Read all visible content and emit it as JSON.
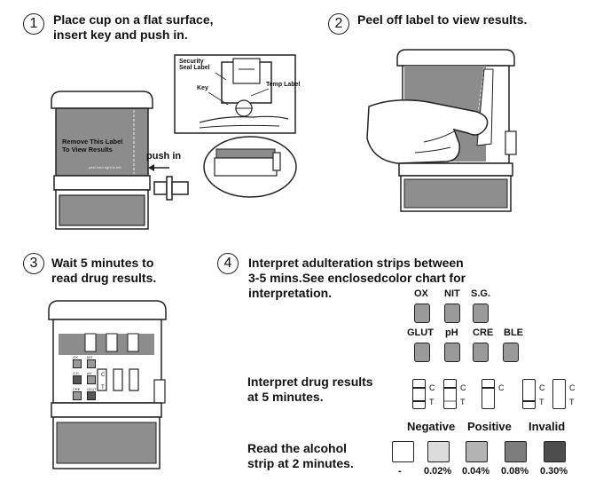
{
  "steps": [
    {
      "num": "1",
      "text_l1": "Place cup on a flat surface,",
      "text_l2": "insert key and push in."
    },
    {
      "num": "2",
      "text": "Peel off label to view results."
    },
    {
      "num": "3",
      "text_l1": "Wait 5 minutes to",
      "text_l2": "read drug results."
    },
    {
      "num": "4",
      "text_l1": "Interpret adulteration strips between",
      "text_l2": "3-5 mins.See enclosedcolor chart for",
      "text_l3": "interpretation."
    }
  ],
  "cup1": {
    "label_l1": "Remove This Label",
    "label_l2": "To View Results",
    "peel_hint": "peel from right to left"
  },
  "callout": {
    "security": "Security",
    "seal_label": "Seal Label",
    "key": "Key",
    "temp_label": "Temp Label",
    "push_in": "push in"
  },
  "cup3": {
    "pads": [
      "OX",
      "NIT",
      "S.G.",
      "pH",
      "CRE",
      "GLUT"
    ],
    "cw": [
      "C",
      "T"
    ]
  },
  "adulteration": {
    "row1": [
      "OX",
      "NIT",
      "S.G."
    ],
    "row2": [
      "GLUT",
      "pH",
      "CRE",
      "BLE"
    ]
  },
  "drug": {
    "intro_l1": "Interpret drug results",
    "intro_l2": "at 5 minutes.",
    "marks": {
      "c": "C",
      "t": "T"
    },
    "negative": "Negative",
    "positive": "Positive",
    "invalid": "Invalid"
  },
  "alcohol": {
    "intro_l1": "Read the alcohol",
    "intro_l2": "strip at 2 minutes.",
    "levels": [
      {
        "label": "-",
        "color": "#ffffff"
      },
      {
        "label": "0.02%",
        "color": "#dcdcdc"
      },
      {
        "label": "0.04%",
        "color": "#b3b3b3"
      },
      {
        "label": "0.08%",
        "color": "#7d7d7d"
      },
      {
        "label": "0.30%",
        "color": "#4d4d4d"
      }
    ]
  },
  "colors": {
    "pad": "#9a9a9a",
    "label_gray": "#8c8c8c",
    "window_gray": "#8e8e8e"
  }
}
